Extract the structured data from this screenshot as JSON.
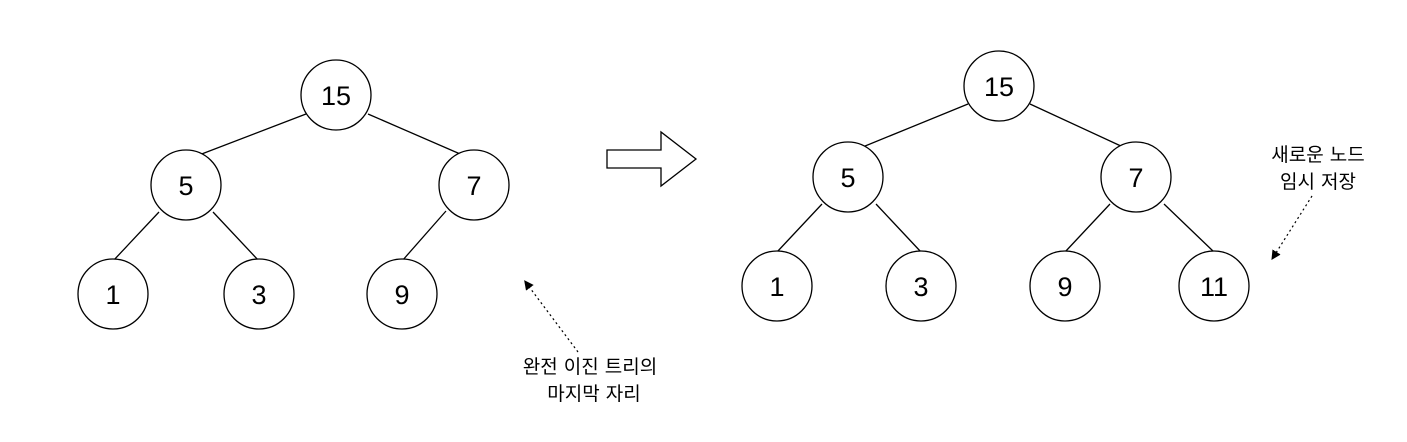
{
  "left_tree": {
    "nodes": [
      "15",
      "5",
      "7",
      "1",
      "3",
      "9"
    ],
    "note_lines": [
      "완전 이진 트리의",
      "마지막 자리"
    ]
  },
  "right_tree": {
    "nodes": [
      "15",
      "5",
      "7",
      "1",
      "3",
      "9",
      "11"
    ],
    "note_lines": [
      "새로운 노드",
      "임시 저장"
    ]
  }
}
